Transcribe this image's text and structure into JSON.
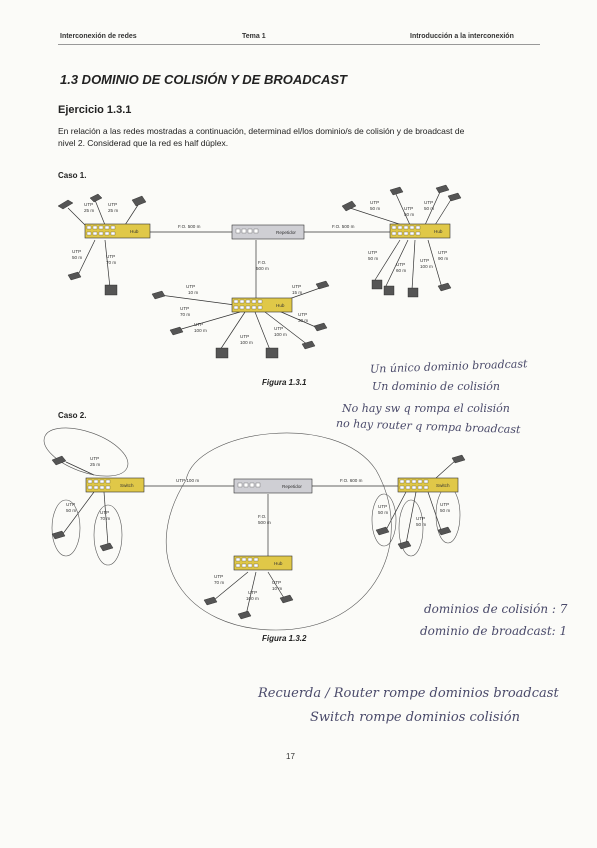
{
  "header": {
    "left": "Interconexión de redes",
    "center": "Tema 1",
    "right": "Introducción a la interconexión"
  },
  "section_title": "1.3  DOMINIO DE COLISIÓN Y DE BROADCAST",
  "exercise_title": "Ejercicio 1.3.1",
  "exercise_text_line1": "En relación a las redes mostradas a continuación, determinad el/los dominio/s de colisión y de broadcast de",
  "exercise_text_line2": "nivel 2. Considerad que la red es half dúplex.",
  "caso1": {
    "label": "Caso 1.",
    "figure_caption": "Figura 1.3.1",
    "labels": {
      "utp": "UTP",
      "d25": "25 m",
      "d50": "50 m",
      "d70": "70 m",
      "d60": "60 m",
      "d90": "90 m",
      "d100": "100 m",
      "d10": "10 m",
      "d30": "30 m",
      "d15": "15 m",
      "fo": "F.O.",
      "fo500": "F.O. 500 m",
      "m500": "500 m",
      "hub": "Hub",
      "repetidor": "Repetidor"
    }
  },
  "caso2": {
    "label": "Caso 2.",
    "figure_caption": "Figura 1.3.2",
    "labels": {
      "switch": "Switch",
      "utp100": "UTP 100 m",
      "fo600": "F.O. 600 m",
      "hub": "Hub"
    }
  },
  "handwritten": {
    "case1_line1": "Un único dominio broadcast",
    "case1_line2": "Un dominio de colisión",
    "case1_line3": "No hay sw q rompa el colisión",
    "case1_line4": "no hay router q rompa broadcast",
    "case2_line1": "dominios de colisión : 7",
    "case2_line2": "dominio de broadcast: 1",
    "rule_line1": "Recuerda / Router rompe dominios broadcast",
    "rule_line2": "Switch rompe dominios colisión"
  },
  "page_number": "17"
}
